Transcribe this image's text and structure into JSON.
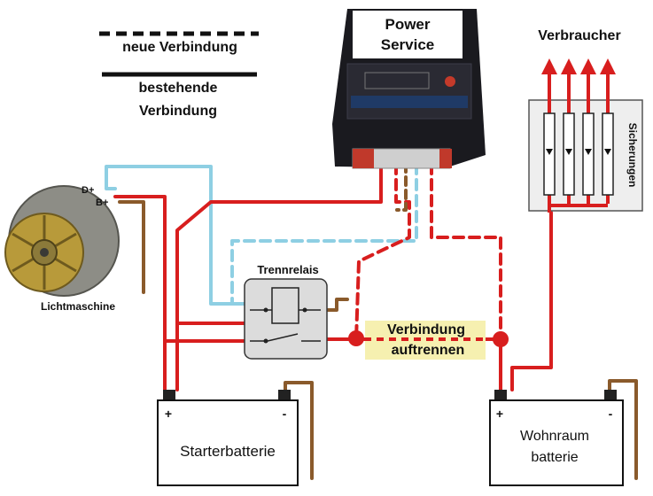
{
  "legend": {
    "new_connection": "neue Verbindung",
    "existing_connection_line1": "bestehende",
    "existing_connection_line2": "Verbindung"
  },
  "device": {
    "label_line1": "Power",
    "label_line2": "Service"
  },
  "consumers": {
    "title": "Verbraucher",
    "fuses": "Sicherungen"
  },
  "alternator": {
    "label": "Lichtmaschine",
    "terminal_d": "D+",
    "terminal_b": "B+"
  },
  "relay": {
    "label": "Trennrelais"
  },
  "cut_note": {
    "line1": "Verbindung",
    "line2": "auftrennen"
  },
  "starter_battery": {
    "label": "Starterbatterie",
    "plus": "+",
    "minus": "-"
  },
  "house_battery": {
    "label_line1": "Wohnraum",
    "label_line2": "batterie",
    "plus": "+",
    "minus": "-"
  },
  "colors": {
    "positive_wire": "#d81e1e",
    "signal_wire": "#8ecfe3",
    "ground_wire": "#8a5a2b",
    "device_body": "#1a1a1f",
    "highlight": "#f6f0b0"
  }
}
